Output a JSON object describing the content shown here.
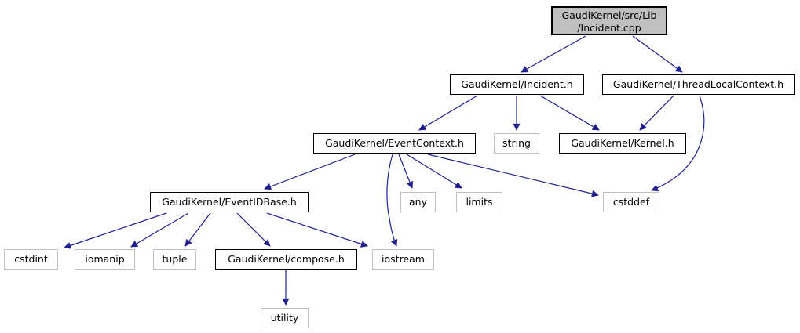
{
  "diagram": {
    "type": "include-dependency-graph",
    "arrow_color": "#202090",
    "root_fill": "#bfbfbf",
    "documented_border": "#000000",
    "system_border": "#c0c0c0",
    "nodes": [
      {
        "id": "incident-cpp",
        "label": "GaudiKernel/src/Lib",
        "label2": "/Incident.cpp",
        "kind": "root"
      },
      {
        "id": "incident-h",
        "label": "GaudiKernel/Incident.h",
        "kind": "documented"
      },
      {
        "id": "threadlocalcontext-h",
        "label": "GaudiKernel/ThreadLocalContext.h",
        "kind": "documented"
      },
      {
        "id": "eventcontext-h",
        "label": "GaudiKernel/EventContext.h",
        "kind": "documented"
      },
      {
        "id": "string",
        "label": "string",
        "kind": "system"
      },
      {
        "id": "kernel-h",
        "label": "GaudiKernel/Kernel.h",
        "kind": "documented"
      },
      {
        "id": "eventidbase-h",
        "label": "GaudiKernel/EventIDBase.h",
        "kind": "documented"
      },
      {
        "id": "any",
        "label": "any",
        "kind": "system"
      },
      {
        "id": "limits",
        "label": "limits",
        "kind": "system"
      },
      {
        "id": "cstddef",
        "label": "cstddef",
        "kind": "system"
      },
      {
        "id": "cstdint",
        "label": "cstdint",
        "kind": "system"
      },
      {
        "id": "iomanip",
        "label": "iomanip",
        "kind": "system"
      },
      {
        "id": "tuple",
        "label": "tuple",
        "kind": "system"
      },
      {
        "id": "compose-h",
        "label": "GaudiKernel/compose.h",
        "kind": "documented"
      },
      {
        "id": "iostream",
        "label": "iostream",
        "kind": "system"
      },
      {
        "id": "utility",
        "label": "utility",
        "kind": "system"
      }
    ],
    "edges": [
      {
        "from": "incident-cpp",
        "to": "incident-h"
      },
      {
        "from": "incident-cpp",
        "to": "threadlocalcontext-h"
      },
      {
        "from": "incident-h",
        "to": "eventcontext-h"
      },
      {
        "from": "incident-h",
        "to": "string"
      },
      {
        "from": "incident-h",
        "to": "kernel-h"
      },
      {
        "from": "threadlocalcontext-h",
        "to": "kernel-h"
      },
      {
        "from": "threadlocalcontext-h",
        "to": "cstddef"
      },
      {
        "from": "eventcontext-h",
        "to": "eventidbase-h"
      },
      {
        "from": "eventcontext-h",
        "to": "any"
      },
      {
        "from": "eventcontext-h",
        "to": "limits"
      },
      {
        "from": "eventcontext-h",
        "to": "iostream"
      },
      {
        "from": "eventcontext-h",
        "to": "cstddef"
      },
      {
        "from": "eventidbase-h",
        "to": "cstdint"
      },
      {
        "from": "eventidbase-h",
        "to": "iomanip"
      },
      {
        "from": "eventidbase-h",
        "to": "tuple"
      },
      {
        "from": "eventidbase-h",
        "to": "compose-h"
      },
      {
        "from": "eventidbase-h",
        "to": "iostream"
      },
      {
        "from": "compose-h",
        "to": "utility"
      }
    ]
  }
}
